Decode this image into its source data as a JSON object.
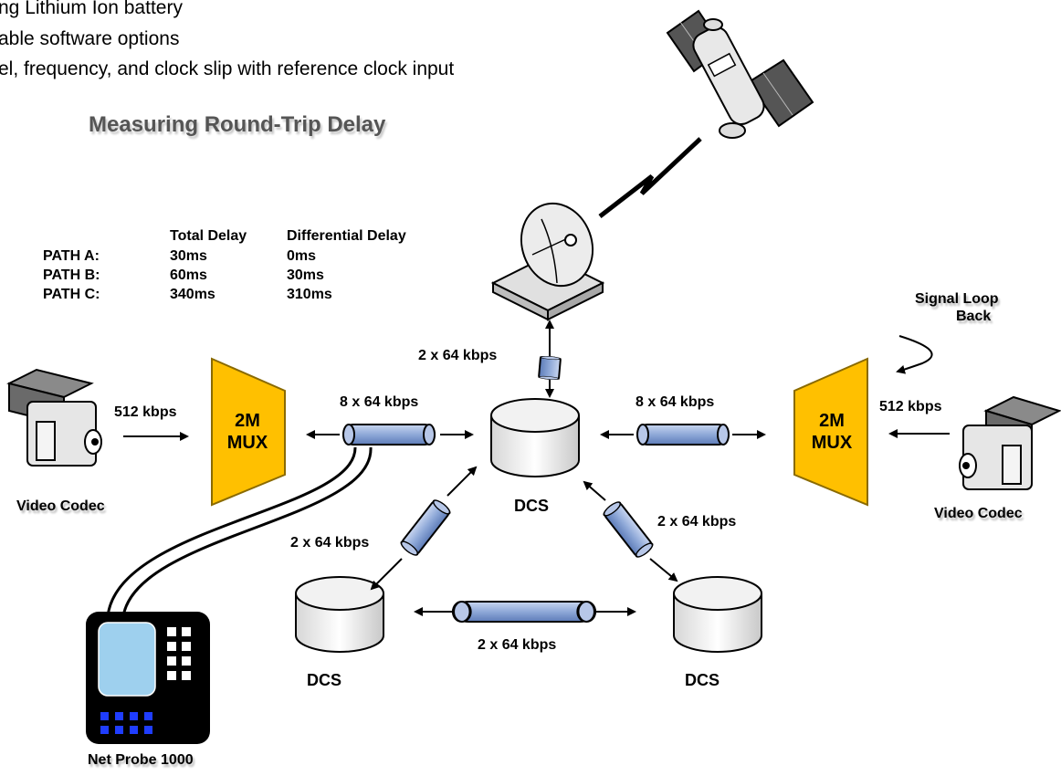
{
  "intro_lines": [
    "ng Lithium Ion battery",
    "able software options",
    "el, frequency, and clock slip with reference clock input"
  ],
  "title": "Measuring Round-Trip Delay",
  "delay_table": {
    "headers": [
      "Total Delay",
      "Differential Delay"
    ],
    "rows": [
      {
        "path": "PATH A:",
        "total": "30ms",
        "differential": "0ms"
      },
      {
        "path": "PATH B:",
        "total": "60ms",
        "differential": "30ms"
      },
      {
        "path": "PATH C:",
        "total": "340ms",
        "differential": "310ms"
      }
    ]
  },
  "labels": {
    "left_rate": "512 kbps",
    "right_rate": "512 kbps",
    "left_link": "8 x 64 kbps",
    "right_link": "8 x 64 kbps",
    "uplink": "2 x 64 kbps",
    "diag_left": "2 x 64 kbps",
    "diag_right": "2 x 64 kbps",
    "bottom_link": "2 x 64 kbps",
    "signal_loop": "Signal Loop",
    "signal_back": "Back",
    "left_device": "Video Codec",
    "right_device": "Video Codec",
    "probe": "Net Probe 1000"
  },
  "mux": {
    "line1": "2M",
    "line2": "MUX"
  },
  "dcs_label": "DCS",
  "colors": {
    "mux_fill": "#FFC000",
    "cable_fill": "#8FA9D8",
    "probe_screen": "#9ED0EE",
    "probe_keys": "#1F3DFF"
  }
}
